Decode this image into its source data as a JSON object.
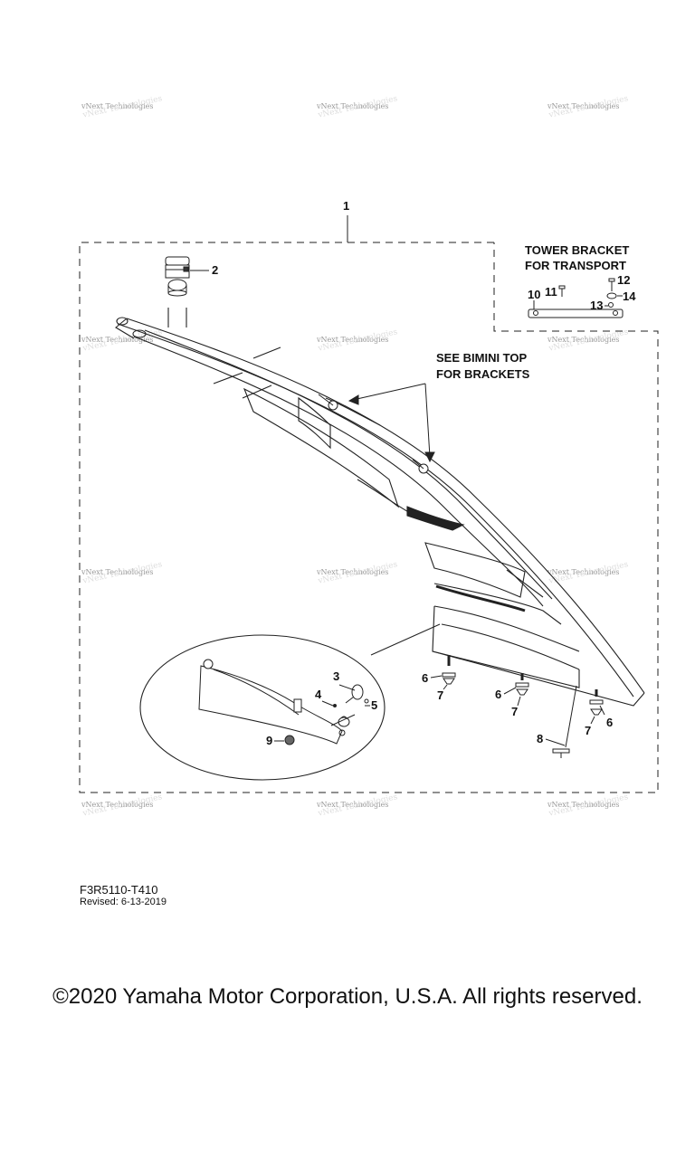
{
  "diagram": {
    "callouts": {
      "c1": "1",
      "c2": "2",
      "c3": "3",
      "c4": "4",
      "c5": "5",
      "c6a": "6",
      "c6b": "6",
      "c6c": "6",
      "c7a": "7",
      "c7b": "7",
      "c7c": "7",
      "c8": "8",
      "c9": "9",
      "c10": "10",
      "c11": "11",
      "c12": "12",
      "c13": "13",
      "c14": "14"
    },
    "notes": {
      "transport_line1": "TOWER BRACKET",
      "transport_line2": "FOR TRANSPORT",
      "bimini_line1": "SEE BIMINI TOP",
      "bimini_line2": "FOR BRACKETS"
    },
    "watermark": "vNext Technologies",
    "drawing_code": "F3R5110-T410",
    "revised": "Revised: 6-13-2019"
  },
  "footer": {
    "copyright": "©2020 Yamaha Motor Corporation, U.S.A. All rights reserved."
  }
}
